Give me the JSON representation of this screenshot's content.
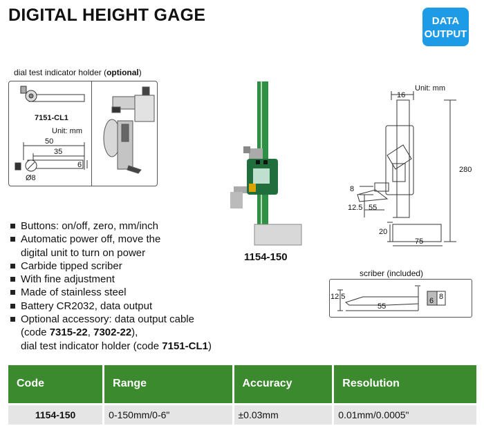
{
  "title": "DIGITAL HEIGHT GAGE",
  "badge": {
    "line1": "DATA",
    "line2": "OUTPUT"
  },
  "holder": {
    "caption_prefix": "dial test indicator holder (",
    "caption_bold": "optional",
    "caption_suffix": ")",
    "part_code": "7151-CL1",
    "unit": "Unit: mm",
    "dim_50": "50",
    "dim_35": "35",
    "dim_6": "6",
    "dim_d8": "Ø8"
  },
  "model_label": "1154-150",
  "diagram": {
    "unit": "Unit: mm",
    "dim_16": "16",
    "dim_280": "280",
    "dim_8": "8",
    "dim_12_5": "12.5",
    "dim_55": "55",
    "dim_20": "20",
    "dim_75": "75"
  },
  "scriber": {
    "caption": "scriber (included)",
    "dim_12_5": "12.5",
    "dim_55": "55",
    "dim_6": "6",
    "dim_8": "8"
  },
  "features": [
    {
      "text": "Buttons: on/off, zero, mm/inch"
    },
    {
      "text": "Automatic power off, move the"
    },
    {
      "text": "digital unit to turn on power",
      "cont": true
    },
    {
      "text": "Carbide tipped scriber"
    },
    {
      "text": "With fine adjustment"
    },
    {
      "text": "Made of stainless steel"
    },
    {
      "text": "Battery CR2032, data output"
    },
    {
      "text": "Optional accessory: data output cable"
    }
  ],
  "feature_cont": {
    "pre": "(code ",
    "code1": "7315-22",
    "sep": ", ",
    "code2": "7302-22",
    "post": "),",
    "line2_pre": "dial test indicator holder (code ",
    "line2_code": "7151-CL1",
    "line2_post": ")"
  },
  "table": {
    "headers": [
      "Code",
      "Range",
      "Accuracy",
      "Resolution"
    ],
    "rows": [
      [
        "1154-150",
        "0-150mm/0-6\"",
        "±0.03mm",
        "0.01mm/0.0005\""
      ]
    ]
  }
}
